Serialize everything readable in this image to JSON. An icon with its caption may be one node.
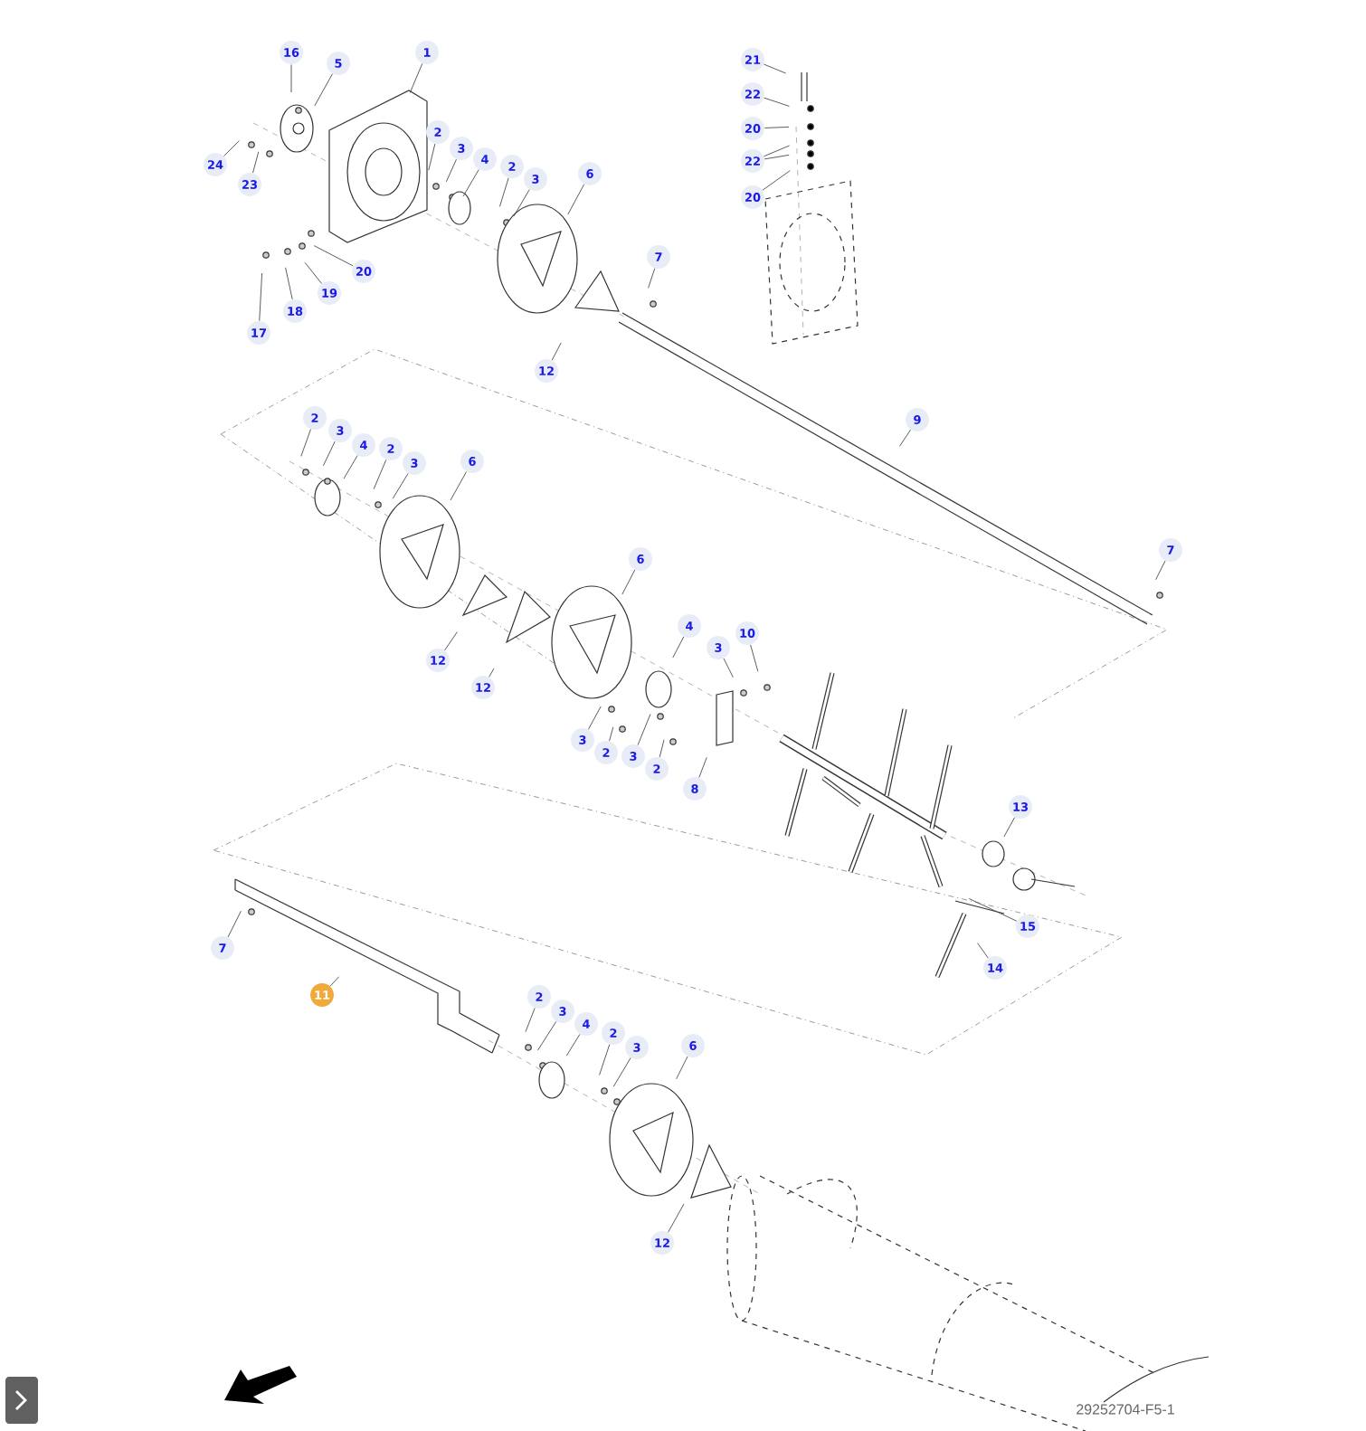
{
  "diagram": {
    "nodes": [
      {
        "text": [
          "16"
        ]
      },
      {
        "text": [
          "5"
        ]
      },
      {
        "text": [
          "1"
        ]
      },
      {
        "text": [
          "24"
        ]
      },
      {
        "text": [
          "23"
        ]
      },
      {
        "text": [
          "2"
        ]
      },
      {
        "text": [
          "3"
        ]
      },
      {
        "text": [
          "4"
        ]
      },
      {
        "text": [
          "2"
        ]
      },
      {
        "text": [
          "3"
        ]
      },
      {
        "text": [
          "6"
        ]
      },
      {
        "text": [
          "20"
        ]
      },
      {
        "text": [
          "19"
        ]
      },
      {
        "text": [
          "18"
        ]
      },
      {
        "text": [
          "17"
        ]
      },
      {
        "text": [
          "7"
        ]
      },
      {
        "text": [
          "12"
        ]
      },
      {
        "text": [
          "21"
        ]
      },
      {
        "text": [
          "22"
        ]
      },
      {
        "text": [
          "20"
        ]
      },
      {
        "text": [
          "22"
        ]
      },
      {
        "text": [
          "20"
        ]
      },
      {
        "text": [
          "9"
        ]
      },
      {
        "text": [
          "2"
        ]
      },
      {
        "text": [
          "3"
        ]
      },
      {
        "text": [
          "4"
        ]
      },
      {
        "text": [
          "2"
        ]
      },
      {
        "text": [
          "3"
        ]
      },
      {
        "text": [
          "6"
        ]
      },
      {
        "text": [
          "7"
        ]
      },
      {
        "text": [
          "6"
        ]
      },
      {
        "text": [
          "12"
        ]
      },
      {
        "text": [
          "12"
        ]
      },
      {
        "text": [
          "4"
        ]
      },
      {
        "text": [
          "10"
        ]
      },
      {
        "text": [
          "3"
        ]
      },
      {
        "text": [
          "3"
        ]
      },
      {
        "text": [
          "2"
        ]
      },
      {
        "text": [
          "3"
        ]
      },
      {
        "text": [
          "2"
        ]
      },
      {
        "text": [
          "8"
        ]
      },
      {
        "text": [
          "13"
        ]
      },
      {
        "text": [
          "15"
        ]
      },
      {
        "text": [
          "14"
        ]
      },
      {
        "text": [
          "7"
        ]
      },
      {
        "text": [
          "11"
        ]
      },
      {
        "text": [
          "2"
        ]
      },
      {
        "text": [
          "3"
        ]
      },
      {
        "text": [
          "4"
        ]
      },
      {
        "text": [
          "2"
        ]
      },
      {
        "text": [
          "3"
        ]
      },
      {
        "text": [
          "6"
        ]
      },
      {
        "text": [
          "12"
        ]
      }
    ],
    "edges": [
      {
        "from": 0,
        "to": null,
        "arrow": "none"
      },
      {
        "from": 1,
        "to": null,
        "arrow": "none"
      },
      {
        "from": 2,
        "to": null,
        "arrow": "none"
      },
      {
        "from": 3,
        "to": null,
        "arrow": "none"
      },
      {
        "from": 4,
        "to": null,
        "arrow": "none"
      },
      {
        "from": 5,
        "to": null,
        "arrow": "none"
      },
      {
        "from": 6,
        "to": null,
        "arrow": "none"
      },
      {
        "from": 7,
        "to": null,
        "arrow": "none"
      },
      {
        "from": 8,
        "to": null,
        "arrow": "none"
      },
      {
        "from": 9,
        "to": null,
        "arrow": "none"
      },
      {
        "from": 10,
        "to": null,
        "arrow": "none"
      },
      {
        "from": 11,
        "to": null,
        "arrow": "none"
      },
      {
        "from": 12,
        "to": null,
        "arrow": "none"
      },
      {
        "from": 13,
        "to": null,
        "arrow": "none"
      },
      {
        "from": 14,
        "to": null,
        "arrow": "none"
      },
      {
        "from": 15,
        "to": null,
        "arrow": "none"
      },
      {
        "from": 16,
        "to": null,
        "arrow": "none"
      },
      {
        "from": 17,
        "to": null,
        "arrow": "none"
      },
      {
        "from": 18,
        "to": null,
        "arrow": "none"
      },
      {
        "from": 19,
        "to": null,
        "arrow": "none"
      },
      {
        "from": 20,
        "to": null,
        "arrow": "none"
      },
      {
        "from": 20,
        "to": null,
        "arrow": "none"
      },
      {
        "from": 21,
        "to": null,
        "arrow": "none"
      },
      {
        "from": 22,
        "to": null,
        "arrow": "none"
      },
      {
        "from": 23,
        "to": null,
        "arrow": "none"
      },
      {
        "from": 24,
        "to": null,
        "arrow": "none"
      },
      {
        "from": 25,
        "to": null,
        "arrow": "none"
      },
      {
        "from": 26,
        "to": null,
        "arrow": "none"
      },
      {
        "from": 27,
        "to": null,
        "arrow": "none"
      },
      {
        "from": 28,
        "to": null,
        "arrow": "none"
      },
      {
        "from": 29,
        "to": null,
        "arrow": "none"
      },
      {
        "from": 30,
        "to": null,
        "arrow": "none"
      },
      {
        "from": 31,
        "to": null,
        "arrow": "none"
      },
      {
        "from": 32,
        "to": null,
        "arrow": "none"
      },
      {
        "from": 33,
        "to": null,
        "arrow": "none"
      },
      {
        "from": 34,
        "to": null,
        "arrow": "none"
      },
      {
        "from": 35,
        "to": null,
        "arrow": "none"
      },
      {
        "from": 36,
        "to": null,
        "arrow": "none"
      },
      {
        "from": 37,
        "to": null,
        "arrow": "none"
      },
      {
        "from": 38,
        "to": null,
        "arrow": "none"
      },
      {
        "from": 39,
        "to": null,
        "arrow": "none"
      },
      {
        "from": 40,
        "to": null,
        "arrow": "none"
      },
      {
        "from": 41,
        "to": null,
        "arrow": "none"
      },
      {
        "from": 42,
        "to": null,
        "arrow": "none"
      },
      {
        "from": 43,
        "to": null,
        "arrow": "none"
      },
      {
        "from": 44,
        "to": null,
        "arrow": "none"
      },
      {
        "from": 45,
        "to": null,
        "arrow": "none"
      },
      {
        "from": 46,
        "to": null,
        "arrow": "none"
      },
      {
        "from": 47,
        "to": null,
        "arrow": "none"
      },
      {
        "from": 48,
        "to": null,
        "arrow": "none"
      },
      {
        "from": 49,
        "to": null,
        "arrow": "none"
      },
      {
        "from": 50,
        "to": null,
        "arrow": "none"
      },
      {
        "from": 51,
        "to": null,
        "arrow": "none"
      },
      {
        "from": 52,
        "to": null,
        "arrow": "none"
      }
    ],
    "labels": [
      "29252704-F5-1"
    ]
  }
}
